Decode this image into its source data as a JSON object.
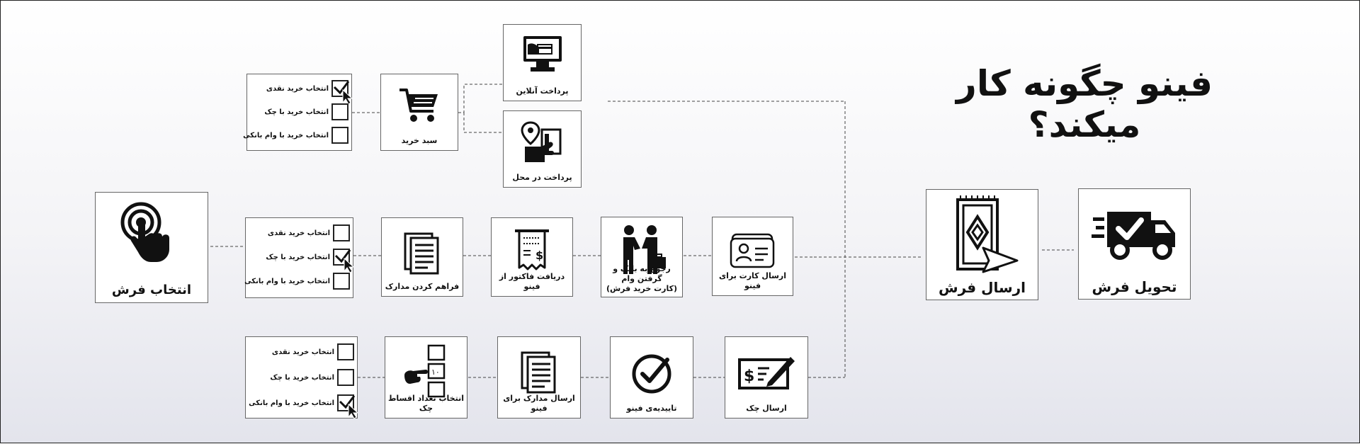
{
  "title": "فینو چگونه کار میکند؟",
  "nodes": {
    "delivery": "تحویل فرش",
    "send_carpet": "ارسال فرش",
    "choose_carpet": "انتخاب فرش",
    "cart": "سبد خرید",
    "online_payment": "پرداخت آنلاین",
    "pay_on_site": "پرداخت در محل",
    "send_card": "ارسال کارت برای فینو",
    "bank_loan_line1": "رجوع به بانک و گرفتن وام",
    "bank_loan_line2": "(کارت خرید فرش)",
    "receive_invoice": "دریافت فاکتور از فینو",
    "prepare_docs": "فراهم کردن مدارک",
    "send_cheque": "ارسال چک",
    "fino_approval": "تاییدیه‌ی فینو",
    "send_docs": "ارسال مدارک برای فینو",
    "installments": "انتخاب تعداد اقساط چک",
    "installment_value": "۱۰"
  },
  "options": {
    "cash": "انتخاب خرید نقدی",
    "cheque": "انتخاب خرید با چک",
    "loan": "انتخاب خرید با وام بانکی"
  }
}
